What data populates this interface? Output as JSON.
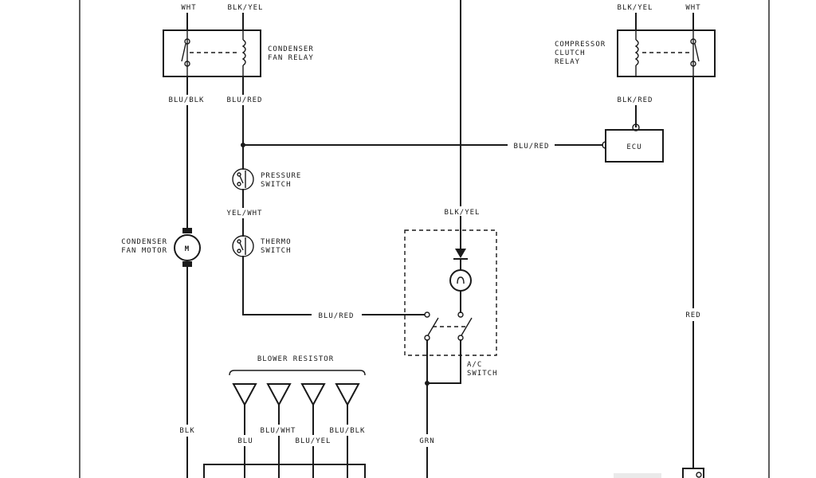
{
  "labels": {
    "wht_left": "WHT",
    "blkyel_left_top": "BLK/YEL",
    "blkyel_right_top": "BLK/YEL",
    "wht_right": "WHT",
    "condenser_relay": [
      "CONDENSER",
      "FAN RELAY"
    ],
    "compressor_relay": [
      "COMPRESSOR",
      "CLUTCH",
      "RELAY"
    ],
    "blublk": "BLU/BLK",
    "blured_relay": "BLU/RED",
    "blkred": "BLK/RED",
    "ecu": "ECU",
    "blured_ecu": "BLU/RED",
    "pressure_switch": [
      "PRESSURE",
      "SWITCH"
    ],
    "yelwht": "YEL/WHT",
    "blkyel_mid": "BLK/YEL",
    "thermo_switch": [
      "THERMO",
      "SWITCH"
    ],
    "condenser_motor": [
      "CONDENSER",
      "FAN MOTOR"
    ],
    "motor_symbol": "M",
    "blured_ac": "BLU/RED",
    "red": "RED",
    "blower_resistor": "BLOWER RESISTOR",
    "ac_switch": [
      "A/C",
      "SWITCH"
    ],
    "blk": "BLK",
    "blu": "BLU",
    "bluwht": "BLU/WHT",
    "bluyel": "BLU/YEL",
    "blublk_bottom": "BLU/BLK",
    "grn": "GRN"
  }
}
